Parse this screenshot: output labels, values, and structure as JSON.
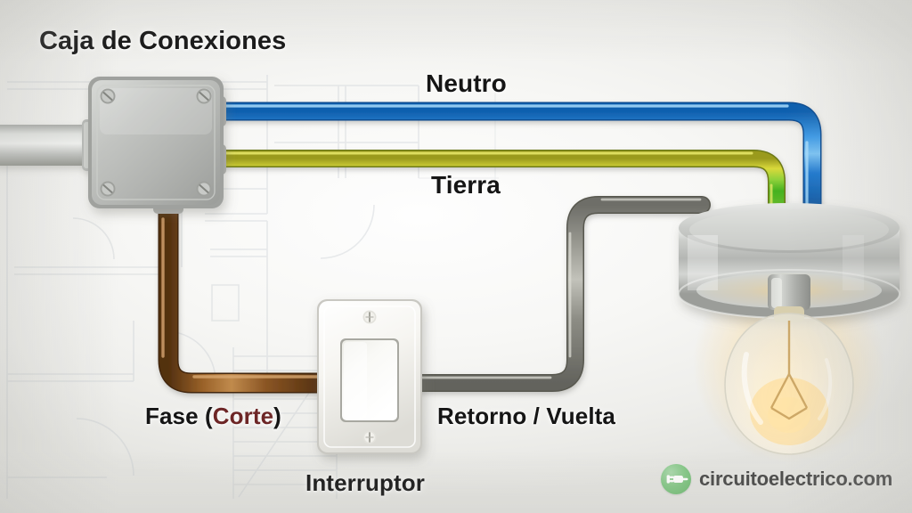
{
  "diagram": {
    "title_label": "Caja de Conexiones",
    "labels": {
      "junction_box": "Caja de Conexiones",
      "neutral": "Neutro",
      "earth": "Tierra",
      "phase_main": "Fase",
      "phase_paren_open": "(",
      "phase_cut": "Corte",
      "phase_paren_close": ")",
      "return": "Retorno / Vuelta",
      "switch": "Interruptor"
    },
    "icons": {
      "junction_box": "junction-box-icon",
      "conduit": "conduit-icon",
      "switch": "rocker-switch-icon",
      "ceiling_fixture": "ceiling-light-fixture-icon",
      "bulb": "incandescent-bulb-icon",
      "plug": "plug-icon"
    },
    "wires": [
      {
        "name": "neutral",
        "label": "Neutro",
        "color": "#1c7ad4",
        "from": "junction-box",
        "to": "ceiling-fixture"
      },
      {
        "name": "earth",
        "label": "Tierra",
        "color": "#4caf25",
        "stripe": "#d8d321",
        "from": "junction-box",
        "to": "ceiling-fixture"
      },
      {
        "name": "phase",
        "label": "Fase (Corte)",
        "color": "#8a5524",
        "from": "junction-box",
        "to": "switch"
      },
      {
        "name": "return",
        "label": "Retorno / Vuelta",
        "color": "#8b8b84",
        "from": "switch",
        "to": "ceiling-fixture"
      }
    ],
    "colors": {
      "neutral_blue": "#1c7ad4",
      "earth_green": "#4caf25",
      "earth_yellow": "#d8d321",
      "phase_brown": "#8a5524",
      "return_gray": "#8b8b84",
      "metal": "#b9bbb9",
      "switch_plate": "#f4f3ef",
      "accent_red": "#6d2626",
      "brand_green": "#5fb463",
      "text": "#151515"
    }
  },
  "watermark": {
    "site": "circuitoelectrico.com",
    "icon": "plug-icon"
  }
}
